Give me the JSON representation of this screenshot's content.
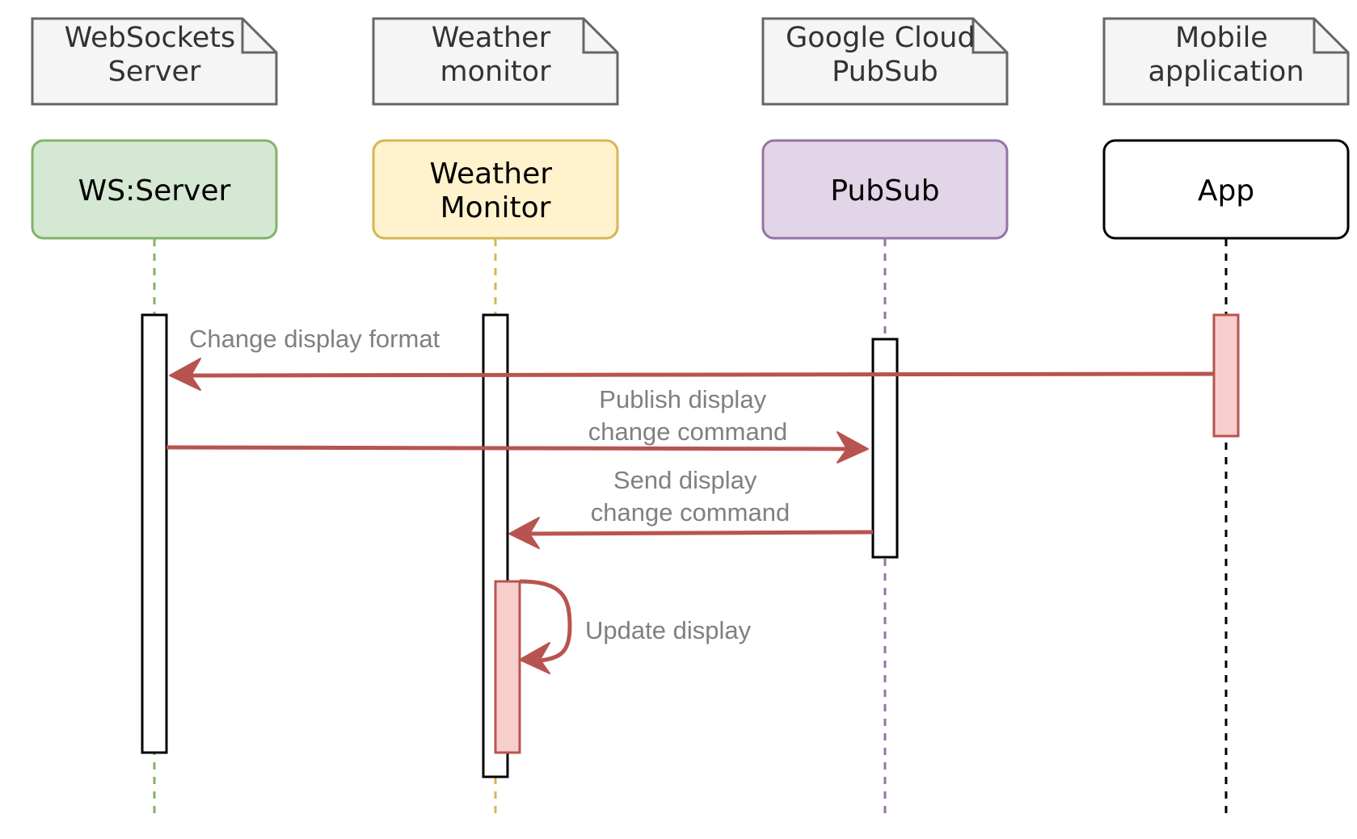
{
  "notes": [
    {
      "lines": [
        "WebSockets",
        "Server"
      ]
    },
    {
      "lines": [
        "Weather",
        "monitor"
      ]
    },
    {
      "lines": [
        "Google Cloud",
        "PubSub"
      ]
    },
    {
      "lines": [
        "Mobile",
        "application"
      ]
    }
  ],
  "actors": [
    {
      "lines": [
        "WS:Server"
      ],
      "fill": "#d5e8d4",
      "stroke": "#82b366"
    },
    {
      "lines": [
        "Weather",
        "Monitor"
      ],
      "fill": "#fff2cc",
      "stroke": "#d6b656"
    },
    {
      "lines": [
        "PubSub"
      ],
      "fill": "#e1d5e7",
      "stroke": "#9673a6"
    },
    {
      "lines": [
        "App"
      ],
      "fill": "#ffffff",
      "stroke": "#000000"
    }
  ],
  "messages": {
    "change_format": {
      "lines": [
        "Change display format"
      ]
    },
    "publish": {
      "lines": [
        "Publish display",
        "change command"
      ]
    },
    "send": {
      "lines": [
        "Send display",
        "change command"
      ]
    },
    "update": {
      "lines": [
        "Update display"
      ]
    }
  },
  "colors": {
    "arrow": "#b85450",
    "activation_highlight_fill": "#f8cecc",
    "activation_highlight_stroke": "#b85450",
    "note_fill": "#f5f5f5",
    "note_stroke": "#666666",
    "message_text": "#808080"
  }
}
